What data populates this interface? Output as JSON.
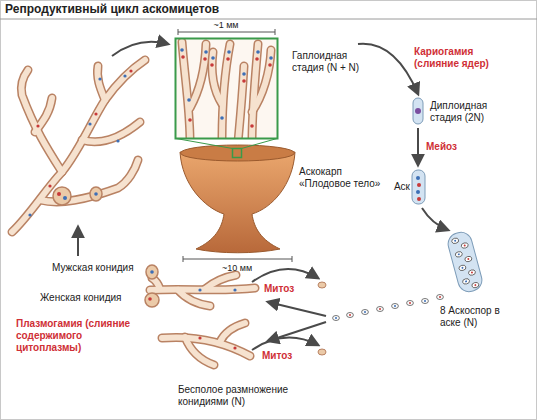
{
  "diagram": {
    "title": "Репродуктивный цикл аскомицетов",
    "labels": [
      "~1 мм",
      "Гаплоидная стадия (N + N)",
      "Кариогамия (слияние ядер)",
      "Диплоидная стадия (2N)",
      "Аскокарп «Плодовое тело»",
      "Мейоз",
      "Аск",
      "~10 мм",
      "Мужская конидия",
      "Митоз",
      "Женская конидия",
      "8 Аскоспор в аске (N)",
      "Плазмогамия (слияние содержимого цитоплазмы)",
      "Митоз",
      "Бесполое размножение конидиями (N)"
    ]
  }
}
